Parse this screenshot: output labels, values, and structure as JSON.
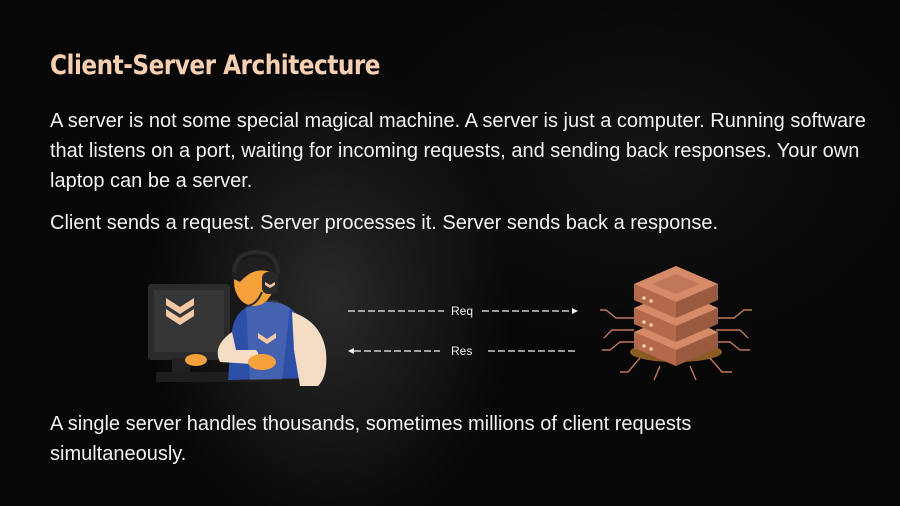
{
  "slide": {
    "title": "Client-Server Architecture",
    "paragraph_1": "A server is not some special magical machine. A server is just a computer. Running software that listens on a port, waiting for incoming requests, and sending back responses. Your own laptop can be a server.",
    "paragraph_2": "Client sends a request. Server processes it. Server sends back a response.",
    "paragraph_3": "A single server handles thousands, sometimes millions of client requests simultaneously."
  },
  "diagram": {
    "request_label": "Req",
    "response_label": "Res",
    "client_illustration": "person-at-computer",
    "server_illustration": "server-stack",
    "accent_color": "#f8cfb0",
    "server_color": "#c0775a"
  }
}
